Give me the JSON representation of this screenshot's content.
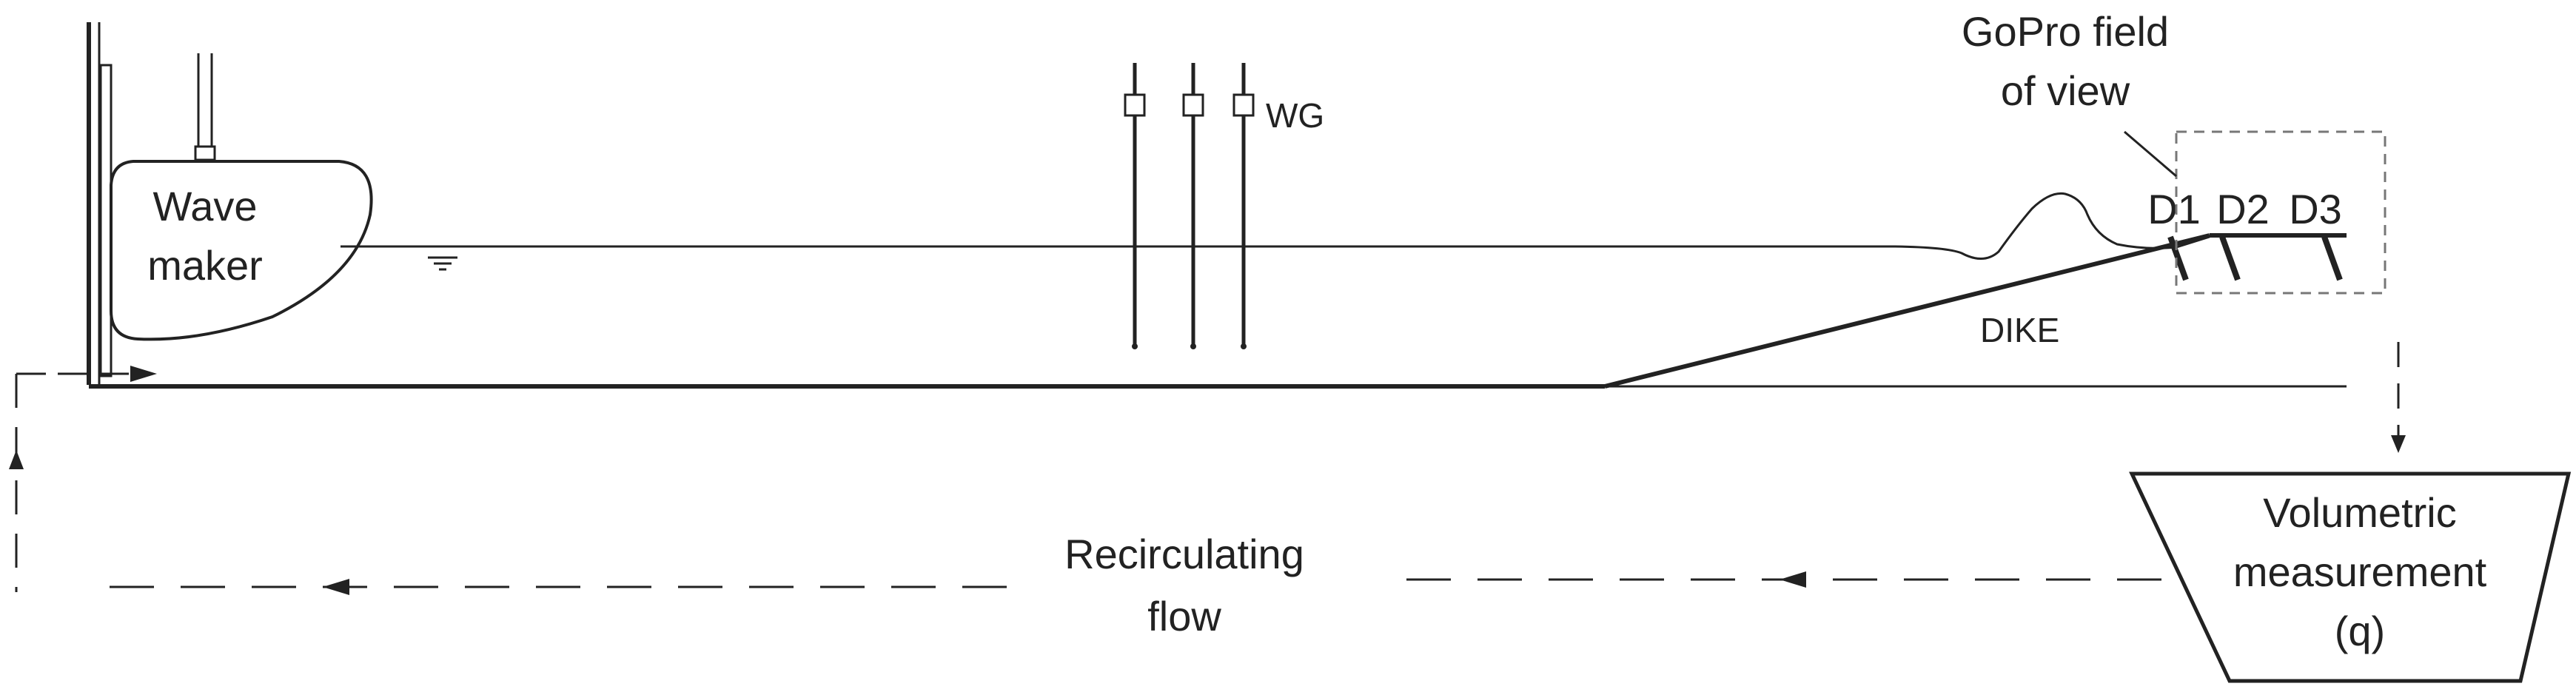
{
  "labels": {
    "wave_maker_line1": "Wave",
    "wave_maker_line2": "maker",
    "wave_gauges": "WG",
    "gopro_line1": "GoPro field",
    "gopro_line2": "of view",
    "dike": "DIKE",
    "d1": "D1",
    "d2": "D2",
    "d3": "D3",
    "volumetric_line1": "Volumetric",
    "volumetric_line2": "measurement",
    "volumetric_line3": "(q)",
    "recirculating_line1": "Recirculating",
    "recirculating_line2": "flow"
  },
  "colors": {
    "ink": "#222222",
    "dashed_box": "#777777",
    "background": "#ffffff"
  }
}
